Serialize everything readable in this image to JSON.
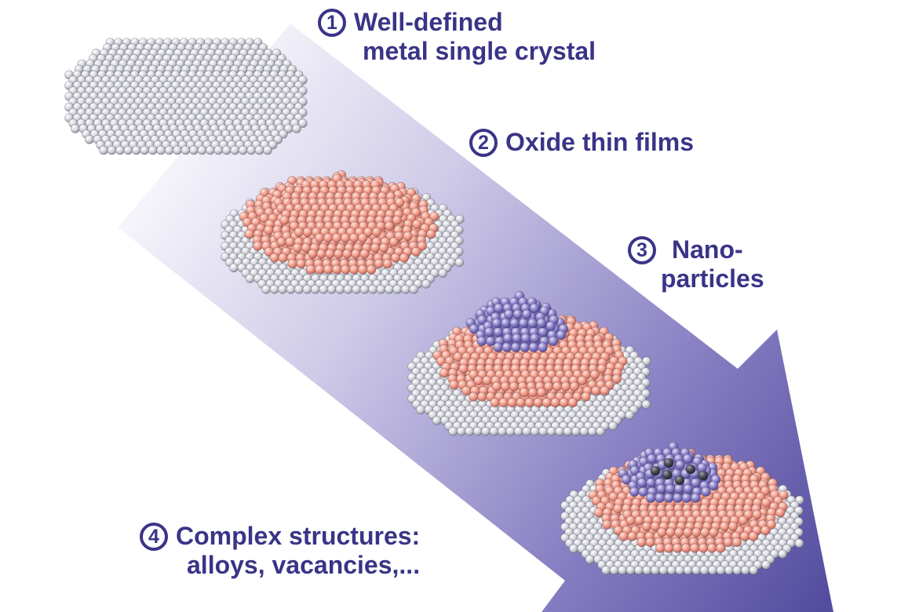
{
  "colors": {
    "text": "#3a3487",
    "arrow_dark": "#544d9f",
    "metal": "#c9cad3",
    "oxide": "#f39a88",
    "particle": "#8a7fc6",
    "dark_atom": "#4a4a55"
  },
  "steps": [
    {
      "number": "1",
      "line1": "Well-defined",
      "line2": "metal single crystal"
    },
    {
      "number": "2",
      "line1": "Oxide thin films",
      "line2": ""
    },
    {
      "number": "3",
      "line1": "Nano-",
      "line2": "particles"
    },
    {
      "number": "4",
      "line1": "Complex structures:",
      "line2": "alloys, vacancies,..."
    }
  ]
}
